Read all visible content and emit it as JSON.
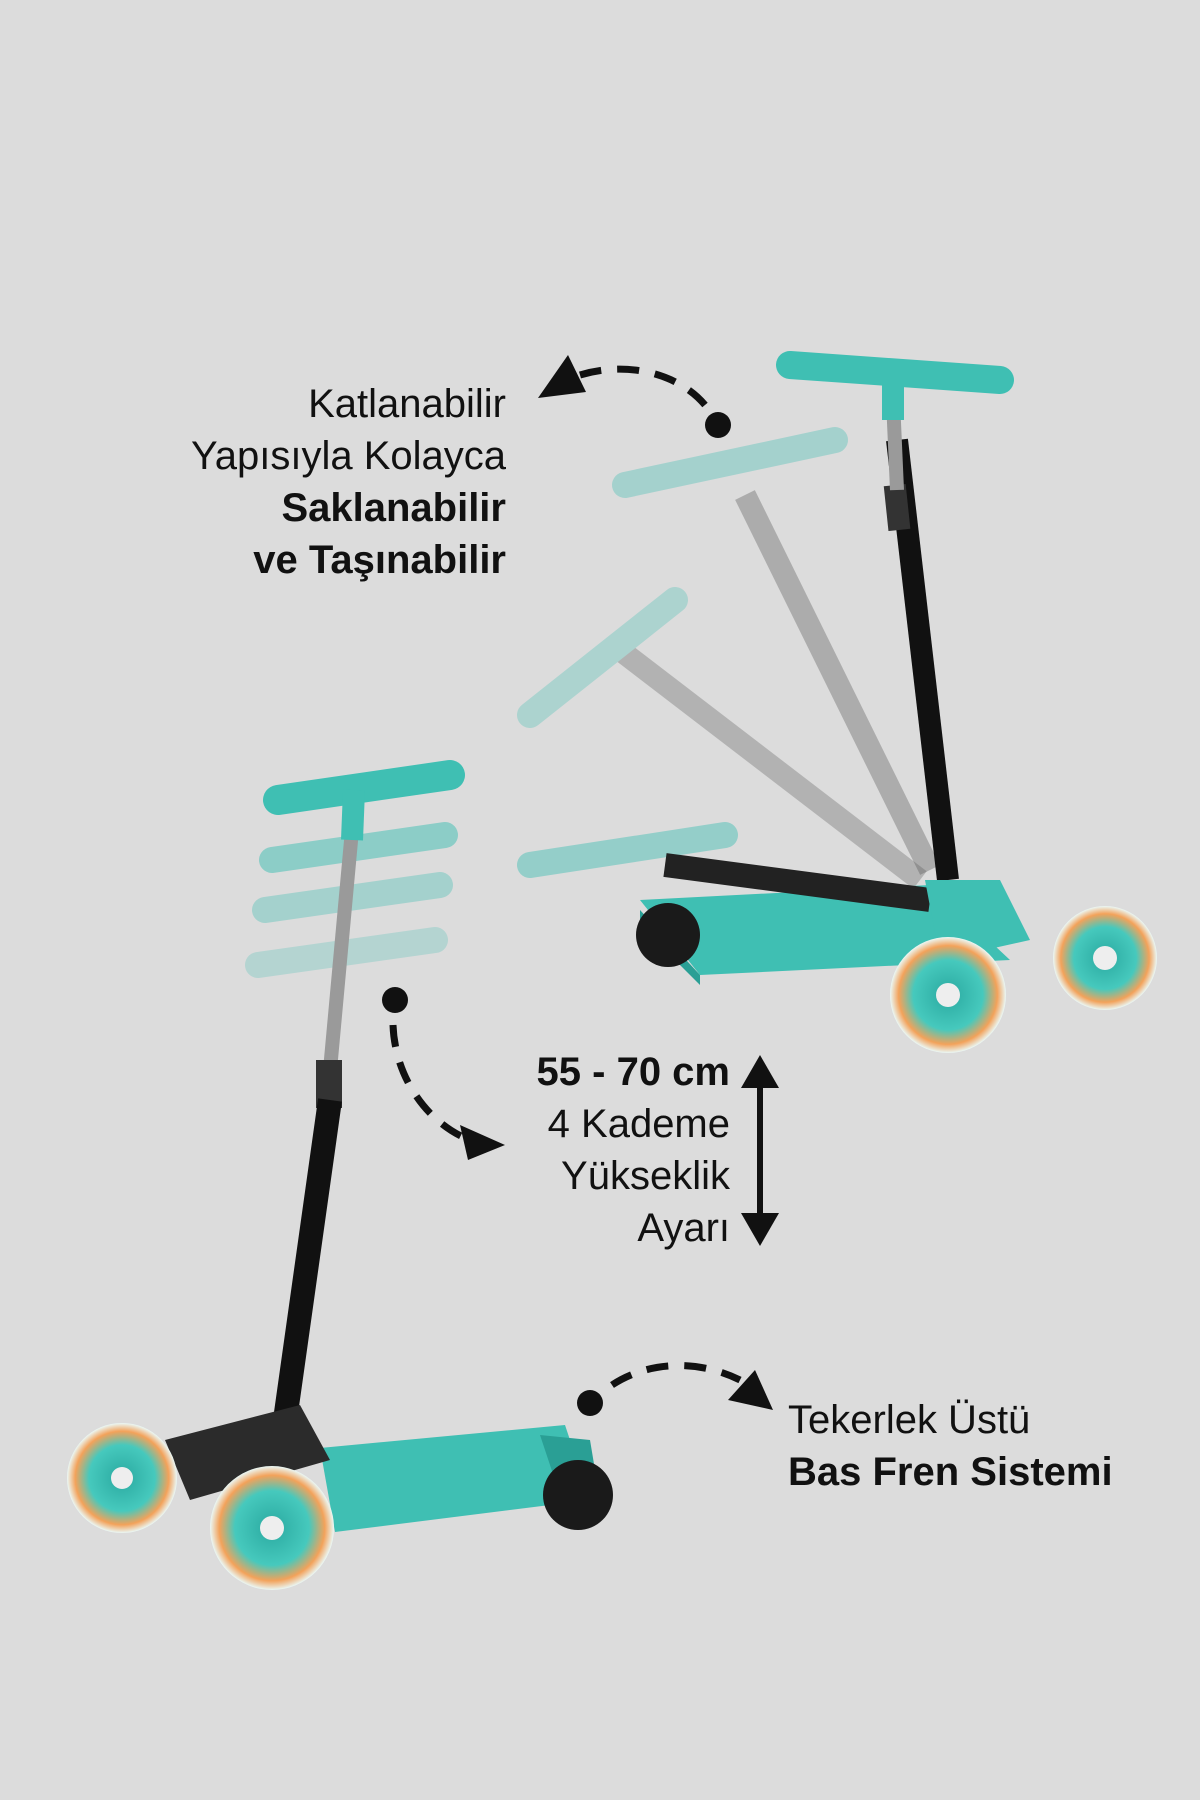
{
  "colors": {
    "background": "#dcdcdc",
    "teal": "#3fbfb3",
    "text": "#111111"
  },
  "features": {
    "folding": {
      "line1": "Katlanabilir",
      "line2": "Yapısıyla Kolayca",
      "line3": "Saklanabilir",
      "line4": "ve Taşınabilir"
    },
    "height": {
      "range": "55 - 70 cm",
      "line2": "4 Kademe",
      "line3": "Yükseklik",
      "line4": "Ayarı"
    },
    "brake": {
      "line1": "Tekerlek Üstü",
      "line2": "Bas Fren Sistemi"
    }
  },
  "icons": [
    "dashed-curved-arrow-icon",
    "double-vertical-arrow-icon"
  ]
}
